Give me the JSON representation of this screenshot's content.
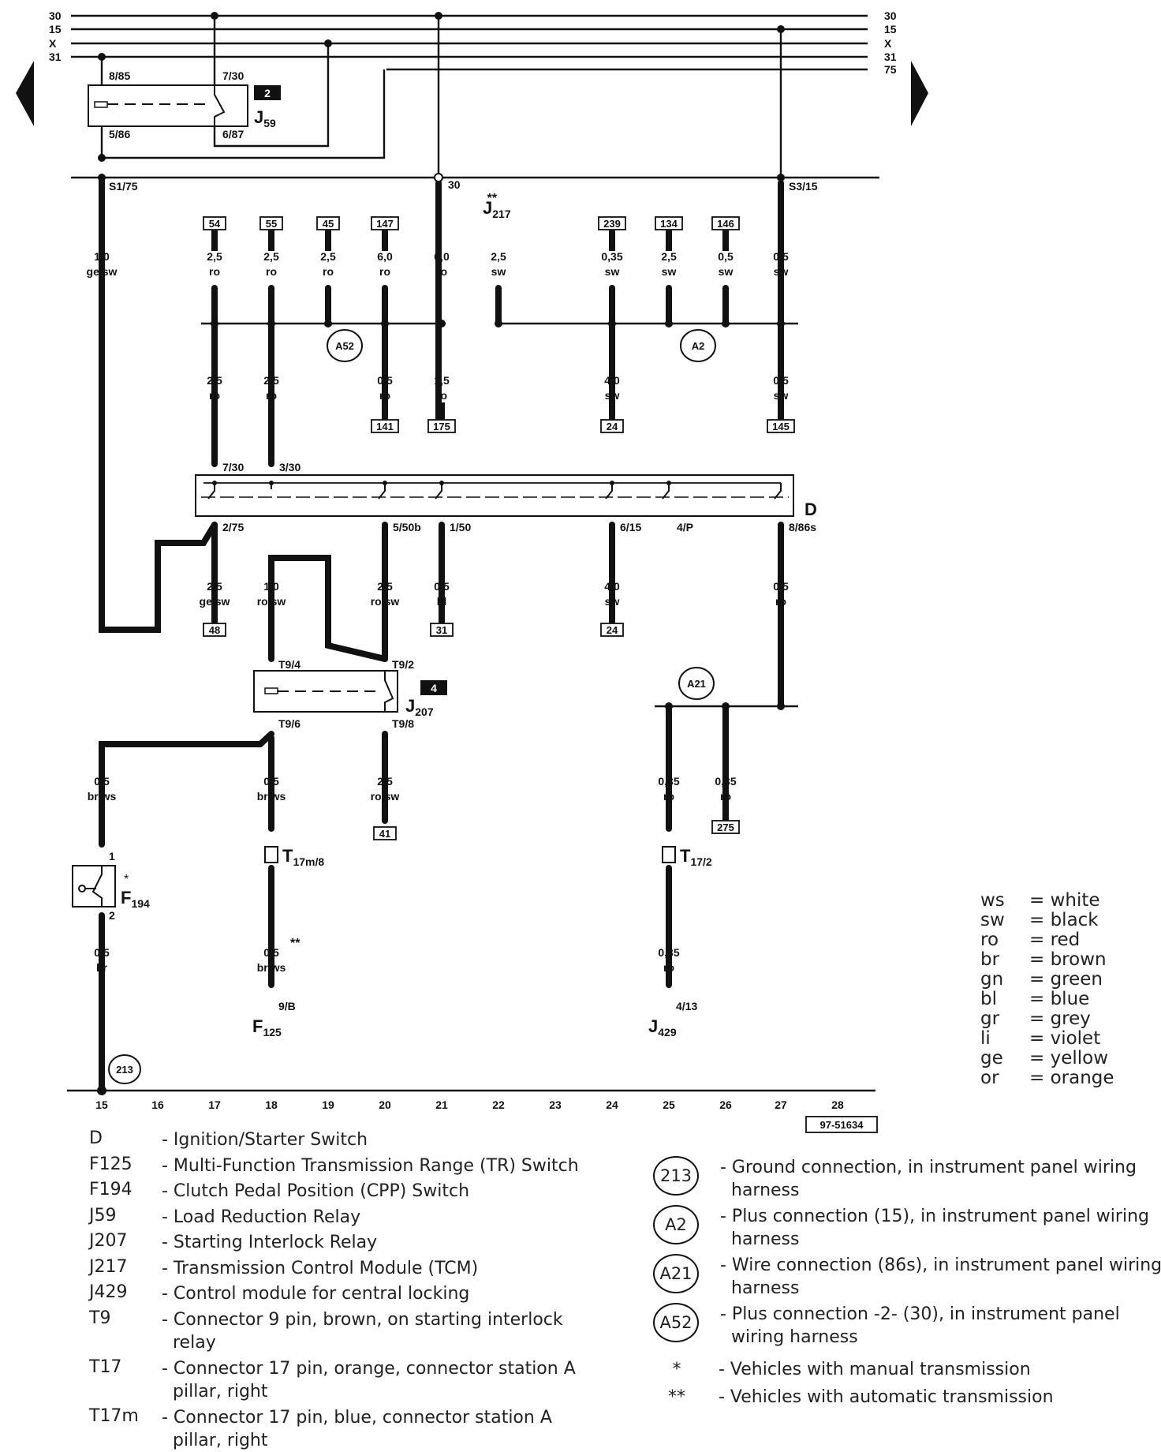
{
  "bus_lines": [
    {
      "id": "30",
      "label": "30"
    },
    {
      "id": "15",
      "label": "15"
    },
    {
      "id": "x",
      "label": "X"
    },
    {
      "id": "31",
      "label": "31"
    },
    {
      "id": "75",
      "label": "75"
    }
  ],
  "relay_j59": {
    "label": "J",
    "sub": "59",
    "tag": "2",
    "pin_top_left": "8/85",
    "pin_top_right": "7/30",
    "pin_bottom_left": "5/86",
    "pin_bottom_right": "6/87"
  },
  "relay_j207": {
    "label": "J",
    "sub": "207",
    "tag": "4",
    "pin_top_left": "T9/4",
    "pin_top_right": "T9/2",
    "pin_bottom_left": "T9/6",
    "pin_bottom_right": "T9/8"
  },
  "switch_d": {
    "label": "D",
    "pins_top": [
      "7/30",
      "3/30"
    ],
    "pins_bottom": [
      "2/75",
      "5/50b",
      "1/50",
      "6/15",
      "4/P",
      "8/86s"
    ]
  },
  "junction_labels": {
    "s1": "S1/75",
    "t30": "30",
    "s3": "S3/15",
    "j217": "J",
    "j217_sub": "217",
    "j217_star": "**"
  },
  "refs_top": [
    "54",
    "55",
    "45",
    "147",
    "239",
    "134",
    "146"
  ],
  "wires_top": [
    {
      "size": "1,0",
      "color": "ge/sw"
    },
    {
      "size": "2,5",
      "color": "ro"
    },
    {
      "size": "2,5",
      "color": "ro"
    },
    {
      "size": "2,5",
      "color": "ro"
    },
    {
      "size": "6,0",
      "color": "ro"
    },
    {
      "size": "6,0",
      "color": "ro"
    },
    {
      "size": "2,5",
      "color": "sw"
    },
    {
      "size": "0,35",
      "color": "sw"
    },
    {
      "size": "2,5",
      "color": "sw"
    },
    {
      "size": "0,5",
      "color": "sw"
    },
    {
      "size": "0,5",
      "color": "sw"
    }
  ],
  "wires_mid": [
    {
      "size": "2,5",
      "color": "ro"
    },
    {
      "size": "2,5",
      "color": "ro"
    },
    {
      "size": "0,5",
      "color": "ro"
    },
    {
      "size": "1,5",
      "color": "ro"
    },
    {
      "size": "4,0",
      "color": "sw"
    },
    {
      "size": "0,5",
      "color": "sw"
    }
  ],
  "refs_mid": [
    "141",
    "175",
    "24",
    "145"
  ],
  "wires_low": [
    {
      "size": "2,5",
      "color": "ge/sw"
    },
    {
      "size": "1,0",
      "color": "ro/sw"
    },
    {
      "size": "2,5",
      "color": "ro/sw"
    },
    {
      "size": "0,5",
      "color": "bl"
    },
    {
      "size": "4,0",
      "color": "sw"
    },
    {
      "size": "0,5",
      "color": "ro"
    }
  ],
  "refs_low": [
    "48",
    "31",
    "24"
  ],
  "wires_bottom": [
    {
      "size": "0,5",
      "color": "br/ws"
    },
    {
      "size": "0,5",
      "color": "br/ws"
    },
    {
      "size": "2,5",
      "color": "ro/sw"
    },
    {
      "size": "0,35",
      "color": "ro"
    },
    {
      "size": "0,35",
      "color": "ro"
    },
    {
      "size": "0,5",
      "color": "br"
    },
    {
      "size": "0,5",
      "color": "br/ws"
    },
    {
      "size": "0,35",
      "color": "ro"
    }
  ],
  "refs_bottom": [
    "41",
    "275"
  ],
  "connectors": {
    "t17m": "T",
    "t17m_sub": "17m/8",
    "t17": "T",
    "t17_sub": "17/2",
    "star2": "**"
  },
  "switch_f194": {
    "label": "F",
    "sub": "194",
    "star": "*",
    "pin1": "1",
    "pin2": "2"
  },
  "end_f125": {
    "label": "F",
    "sub": "125",
    "pin": "9/B"
  },
  "end_j429": {
    "label": "J",
    "sub": "429",
    "pin": "4/13"
  },
  "ground_badges": {
    "a52": "A52",
    "a2": "A2",
    "a21": "A21",
    "g213": "213"
  },
  "track_numbers": [
    "15",
    "16",
    "17",
    "18",
    "19",
    "20",
    "21",
    "22",
    "23",
    "24",
    "25",
    "26",
    "27",
    "28"
  ],
  "diagram_id": "97-51634",
  "color_legend": [
    {
      "code": "ws",
      "name": "= white"
    },
    {
      "code": "sw",
      "name": "= black"
    },
    {
      "code": "ro",
      "name": "= red"
    },
    {
      "code": "br",
      "name": "= brown"
    },
    {
      "code": "gn",
      "name": "= green"
    },
    {
      "code": "bl",
      "name": "= blue"
    },
    {
      "code": "gr",
      "name": "= grey"
    },
    {
      "code": "li",
      "name": "= violet"
    },
    {
      "code": "ge",
      "name": "= yellow"
    },
    {
      "code": "or",
      "name": "= orange"
    }
  ],
  "components": [
    {
      "code": "D",
      "desc": "- Ignition/Starter Switch"
    },
    {
      "code": "F125",
      "desc": "- Multi-Function Transmission Range (TR) Switch"
    },
    {
      "code": "F194",
      "desc": "- Clutch Pedal Position (CPP) Switch"
    },
    {
      "code": "J59",
      "desc": "- Load Reduction Relay"
    },
    {
      "code": "J207",
      "desc": "- Starting Interlock Relay"
    },
    {
      "code": "J217",
      "desc": "- Transmission Control Module (TCM)"
    },
    {
      "code": "J429",
      "desc": "- Control module for central locking"
    },
    {
      "code": "T9",
      "desc": "- Connector 9 pin, brown, on starting interlock relay"
    },
    {
      "code": "T17",
      "desc": "- Connector 17 pin, orange, connector station A pillar, right"
    },
    {
      "code": "T17m",
      "desc": "- Connector 17 pin, blue, connector station A pillar, right"
    }
  ],
  "connections": [
    {
      "code": "213",
      "desc": "- Ground connection, in instrument panel wiring harness"
    },
    {
      "code": "A2",
      "desc": "- Plus connection (15), in instrument panel wiring harness"
    },
    {
      "code": "A21",
      "desc": "- Wire connection (86s), in instrument panel wiring harness"
    },
    {
      "code": "A52",
      "desc": "- Plus connection -2- (30), in instrument panel wiring harness"
    }
  ],
  "notes": [
    {
      "symbol": "*",
      "desc": "- Vehicles with manual transmission"
    },
    {
      "symbol": "**",
      "desc": "- Vehicles with automatic transmission"
    }
  ]
}
